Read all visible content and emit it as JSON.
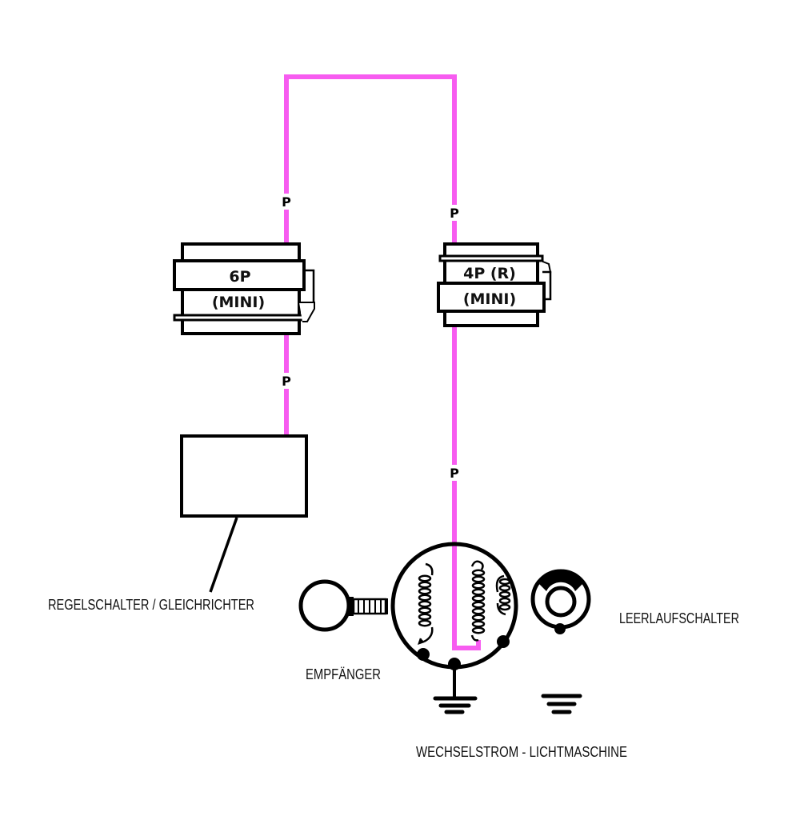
{
  "wire_color": "#f75cf0",
  "wires": [
    {
      "id": "top-loop",
      "color_code": "P",
      "color_name": "pink"
    },
    {
      "id": "regulator-to-6p",
      "color_code": "P"
    },
    {
      "id": "4p-to-alternator",
      "color_code": "P"
    }
  ],
  "wire_labels": [
    "P",
    "P",
    "P",
    "P"
  ],
  "connectors": {
    "c6p": {
      "line1": "6P",
      "line2": "(MINI)"
    },
    "c4p": {
      "line1": "4P  (R)",
      "line2": "(MINI)"
    }
  },
  "components": {
    "regulator": {
      "label": "REGELSCHALTER / GLEICHRICHTER"
    },
    "pickup": {
      "label": "EMPFÄNGER"
    },
    "alternator": {
      "label": "WECHSELSTROM - LICHTMASCHINE"
    },
    "neutral_switch": {
      "label": "LEERLAUFSCHALTER"
    }
  }
}
